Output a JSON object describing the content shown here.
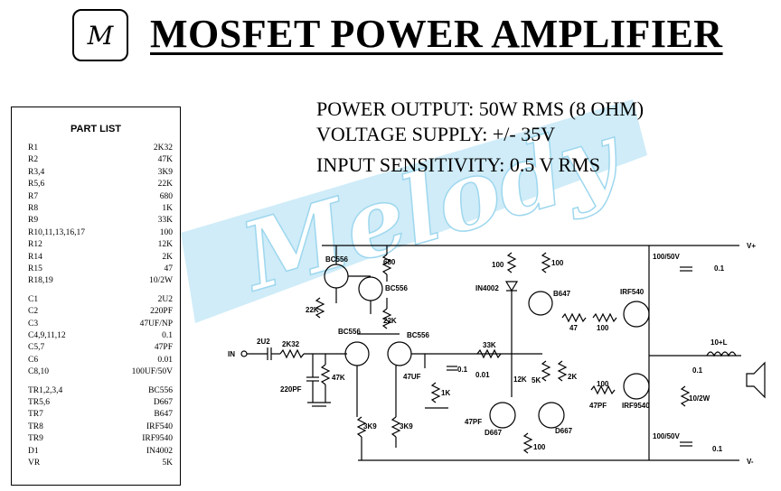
{
  "logo": {
    "letter": "M"
  },
  "title": "MOSFET POWER AMPLIFIER",
  "specs": {
    "power_output": "POWER OUTPUT: 50W RMS (8 OHM)",
    "voltage_supply": "VOLTAGE SUPPLY: +/- 35V",
    "input_sensitivity": "INPUT SENSITIVITY: 0.5 V RMS"
  },
  "watermark": {
    "text": "Melody",
    "color": "#bfe6f6"
  },
  "part_list": {
    "title": "PART LIST",
    "rows": [
      {
        "ref": "R1",
        "value": "2K32"
      },
      {
        "ref": "R2",
        "value": "47K"
      },
      {
        "ref": "R3,4",
        "value": "3K9"
      },
      {
        "ref": "R5,6",
        "value": "22K"
      },
      {
        "ref": "R7",
        "value": "680"
      },
      {
        "ref": "R8",
        "value": "1K"
      },
      {
        "ref": "R9",
        "value": "33K"
      },
      {
        "ref": "R10,11,13,16,17",
        "value": "100"
      },
      {
        "ref": "R12",
        "value": "12K"
      },
      {
        "ref": "R14",
        "value": "2K"
      },
      {
        "ref": "R15",
        "value": "47"
      },
      {
        "ref": "R18,19",
        "value": "10/2W"
      },
      {
        "ref": "C1",
        "value": "2U2"
      },
      {
        "ref": "C2",
        "value": "220PF"
      },
      {
        "ref": "C3",
        "value": "47UF/NP"
      },
      {
        "ref": "C4,9,11,12",
        "value": "0.1"
      },
      {
        "ref": "C5,7",
        "value": "47PF"
      },
      {
        "ref": "C6",
        "value": "0.01"
      },
      {
        "ref": "C8,10",
        "value": "100UF/50V"
      },
      {
        "ref": "TR1,2,3,4",
        "value": "BC556"
      },
      {
        "ref": "TR5,6",
        "value": "D667"
      },
      {
        "ref": "TR7",
        "value": "B647"
      },
      {
        "ref": "TR8",
        "value": "IRF540"
      },
      {
        "ref": "TR9",
        "value": "IRF9540"
      },
      {
        "ref": "D1",
        "value": "IN4002"
      },
      {
        "ref": "VR",
        "value": "5K"
      }
    ]
  },
  "schematic": {
    "rail_pos": "V+",
    "rail_neg": "V-",
    "input": "IN",
    "labels": {
      "c1": "2U2",
      "r1": "2K32",
      "c2": "220PF",
      "r2": "47K",
      "tr1": "BC556",
      "tr2": "BC556",
      "tr3": "BC556",
      "tr4": "BC556",
      "r7": "680",
      "r5": "22K",
      "r6": "22K",
      "c3": "47UF",
      "c4": "0.1",
      "r8": "1K",
      "r9": "33K",
      "c6": "0.01",
      "r12": "12K",
      "vr": "5K",
      "r14": "2K",
      "c5": "47PF",
      "c7": "47PF",
      "tr5": "D667",
      "tr6": "D667",
      "r3": "3K9",
      "r4": "3K9",
      "r10": "100",
      "r11": "100",
      "d1": "IN4002",
      "tr7": "B647",
      "r15": "47",
      "r13": "100",
      "tr8": "IRF540",
      "r16": "100",
      "tr9": "IRF9540",
      "r17": "100",
      "c8": "100/50V",
      "c9": "0.1",
      "c10": "100/50V",
      "c11": "0.1",
      "c12": "0.1",
      "r18": "10/2W",
      "l1": "10+L"
    }
  }
}
